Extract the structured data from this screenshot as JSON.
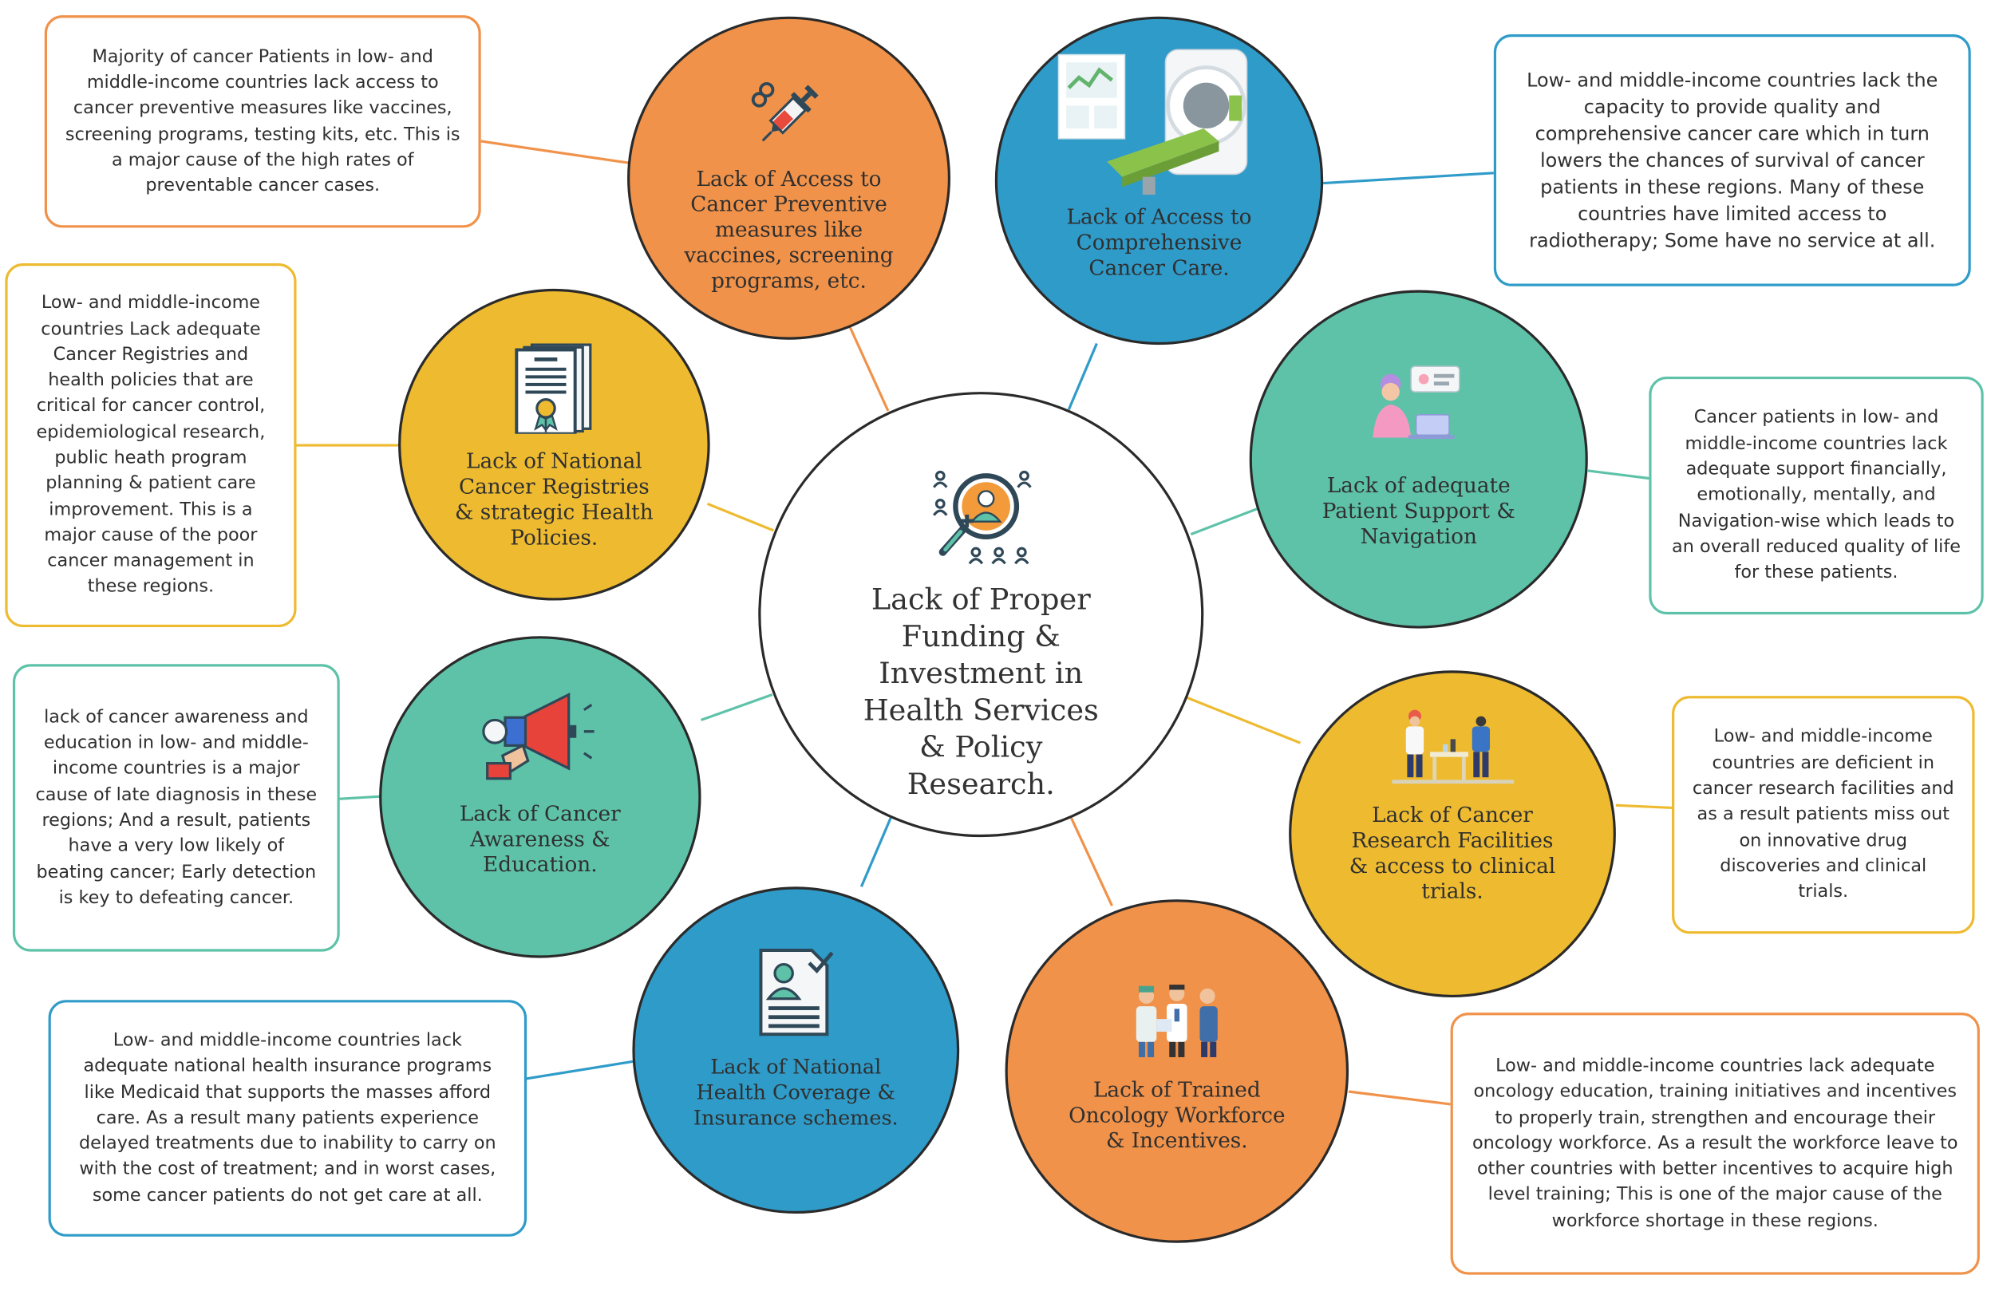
{
  "center": {
    "title": "Lack of Proper Funding & Investment in Health Services & Policy Research."
  },
  "colors": {
    "orange": "#f0924a",
    "blue": "#2f9bc9",
    "yellow": "#eebb30",
    "teal": "#5ec2a9",
    "border": "#2a2a2a"
  },
  "nodes": [
    {
      "id": "preventive",
      "color": "#f0924a",
      "icon": "syringe-icon",
      "label": "Lack of Access to Cancer Preventive measures like vaccines, screening programs, etc.",
      "description": "Majority of cancer Patients in low- and middle-income countries lack access to cancer preventive measures like vaccines, screening programs, testing kits, etc. This is a major cause of the high rates of preventable cancer cases."
    },
    {
      "id": "comprehensive",
      "color": "#2f9bc9",
      "icon": "mri-scanner-icon",
      "label": "Lack of Access to Comprehensive Cancer Care.",
      "description": "Low- and middle-income countries lack the capacity to provide quality and comprehensive cancer care which in turn lowers the chances of survival of cancer patients in these regions. Many of these countries have limited access to radiotherapy; Some have no service at all."
    },
    {
      "id": "support",
      "color": "#5ec2a9",
      "icon": "patient-support-icon",
      "label": "Lack of adequate Patient Support & Navigation",
      "description": "Cancer patients in low- and middle-income countries lack adequate support financially, emotionally, mentally, and Navigation-wise which leads to an overall reduced quality of life for these patients."
    },
    {
      "id": "research",
      "color": "#eebb30",
      "icon": "laboratory-icon",
      "label": "Lack of Cancer Research Facilities & access to clinical trials.",
      "description": "Low- and middle-income countries are deficient in cancer research facilities and as a result patients miss out on innovative drug discoveries and clinical trials."
    },
    {
      "id": "workforce",
      "color": "#f0924a",
      "icon": "medical-team-icon",
      "label": "Lack of Trained Oncology Workforce & Incentives.",
      "description": "Low- and middle-income countries lack adequate oncology education, training initiatives and incentives to properly train, strengthen and encourage their oncology workforce. As a result the workforce leave to other countries with better incentives to acquire high level training; This is one of the major cause of the workforce shortage in these regions."
    },
    {
      "id": "coverage",
      "color": "#2f9bc9",
      "icon": "insurance-document-icon",
      "label": "Lack of National Health Coverage & Insurance schemes.",
      "description": "Low- and middle-income countries lack adequate national health insurance programs like Medicaid that supports the masses afford care. As a result many patients experience delayed treatments due to inability to carry on with the cost of treatment; and in worst cases, some cancer patients do not get care at all."
    },
    {
      "id": "awareness",
      "color": "#5ec2a9",
      "icon": "megaphone-icon",
      "label": "Lack of Cancer Awareness & Education.",
      "description": "lack of cancer awareness and education in low- and middle-income countries is a major cause of late diagnosis in these regions; And a result, patients have a very low likely of beating cancer; Early detection is key to defeating cancer."
    },
    {
      "id": "registries",
      "color": "#eebb30",
      "icon": "certificate-icon",
      "label": "Lack of National Cancer Registries & strategic Health Policies.",
      "description": "Low- and middle-income countries Lack adequate Cancer Registries and health policies that are critical for cancer control, epidemiological research, public heath program planning & patient care improvement. This is a major cause of the poor cancer management in these regions."
    }
  ]
}
